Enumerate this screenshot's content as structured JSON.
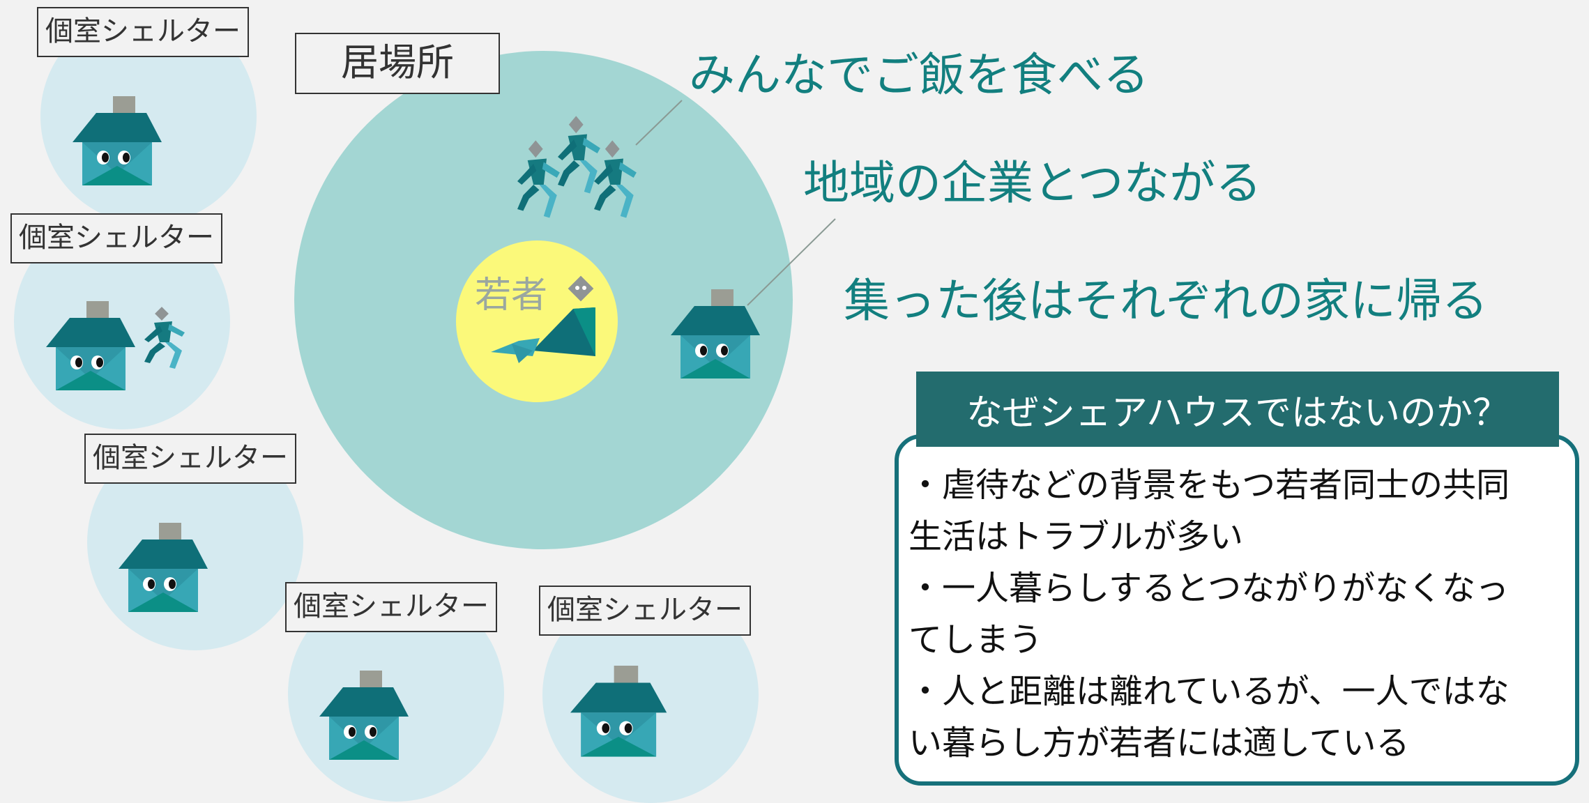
{
  "shelter_label": "個室シェルター",
  "ibasho_label": "居場所",
  "youth_label": "若者",
  "callouts": {
    "eat_together": "みんなでご飯を食べる",
    "connect_companies": "地域の企業とつながる",
    "go_home": "集った後はそれぞれの家に帰る"
  },
  "panel": {
    "title": "なぜシェアハウスではないのか？",
    "lines": [
      "・虐待などの背景をもつ若者同士の共同",
      "生活はトラブルが多い",
      "・一人暮らしするとつながりがなくなっ",
      "てしまう",
      "・人と距離は離れているが、一人ではな",
      "い暮らし方が若者には適している"
    ]
  },
  "colors": {
    "background": "#f2f2f2",
    "ibasho_circle": "#a3d6d3",
    "shelter_circle": "#d5eaf0",
    "youth_circle": "#fbf97a",
    "callout_text": "#127f7f",
    "panel_header": "#236c6e",
    "panel_border": "#16707a",
    "house_roof": "#0f6f78",
    "house_body": "#37a7b5",
    "chimney": "#9b9d94"
  },
  "icons": [
    "house-icon",
    "running-person-icon",
    "sitting-person-icon"
  ]
}
